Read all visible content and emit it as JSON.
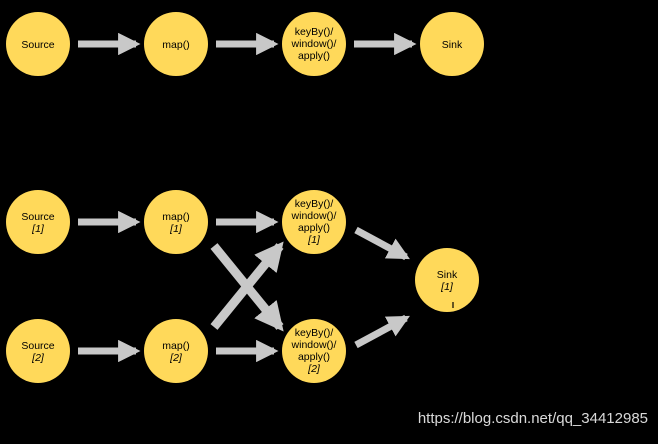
{
  "diagram": {
    "background_color": "#000000",
    "node_fill": "#ffd95a",
    "arrow_color": "#c8c8c8",
    "top_row": {
      "source": "Source",
      "map": "map()",
      "window": [
        "keyBy()/",
        "window()/",
        "apply()"
      ],
      "sink": "Sink"
    },
    "parallel": {
      "source_1": {
        "label": "Source",
        "index": "[1]"
      },
      "map_1": {
        "label": "map()",
        "index": "[1]"
      },
      "window_1": {
        "lines": [
          "keyBy()/",
          "window()/",
          "apply()"
        ],
        "index": "[1]"
      },
      "source_2": {
        "label": "Source",
        "index": "[2]"
      },
      "map_2": {
        "label": "map()",
        "index": "[2]"
      },
      "window_2": {
        "lines": [
          "keyBy()/",
          "window()/",
          "apply()"
        ],
        "index": "[2]"
      },
      "sink_1": {
        "label": "Sink",
        "index": "[1]"
      }
    }
  },
  "watermark": "https://blog.csdn.net/qq_34412985"
}
